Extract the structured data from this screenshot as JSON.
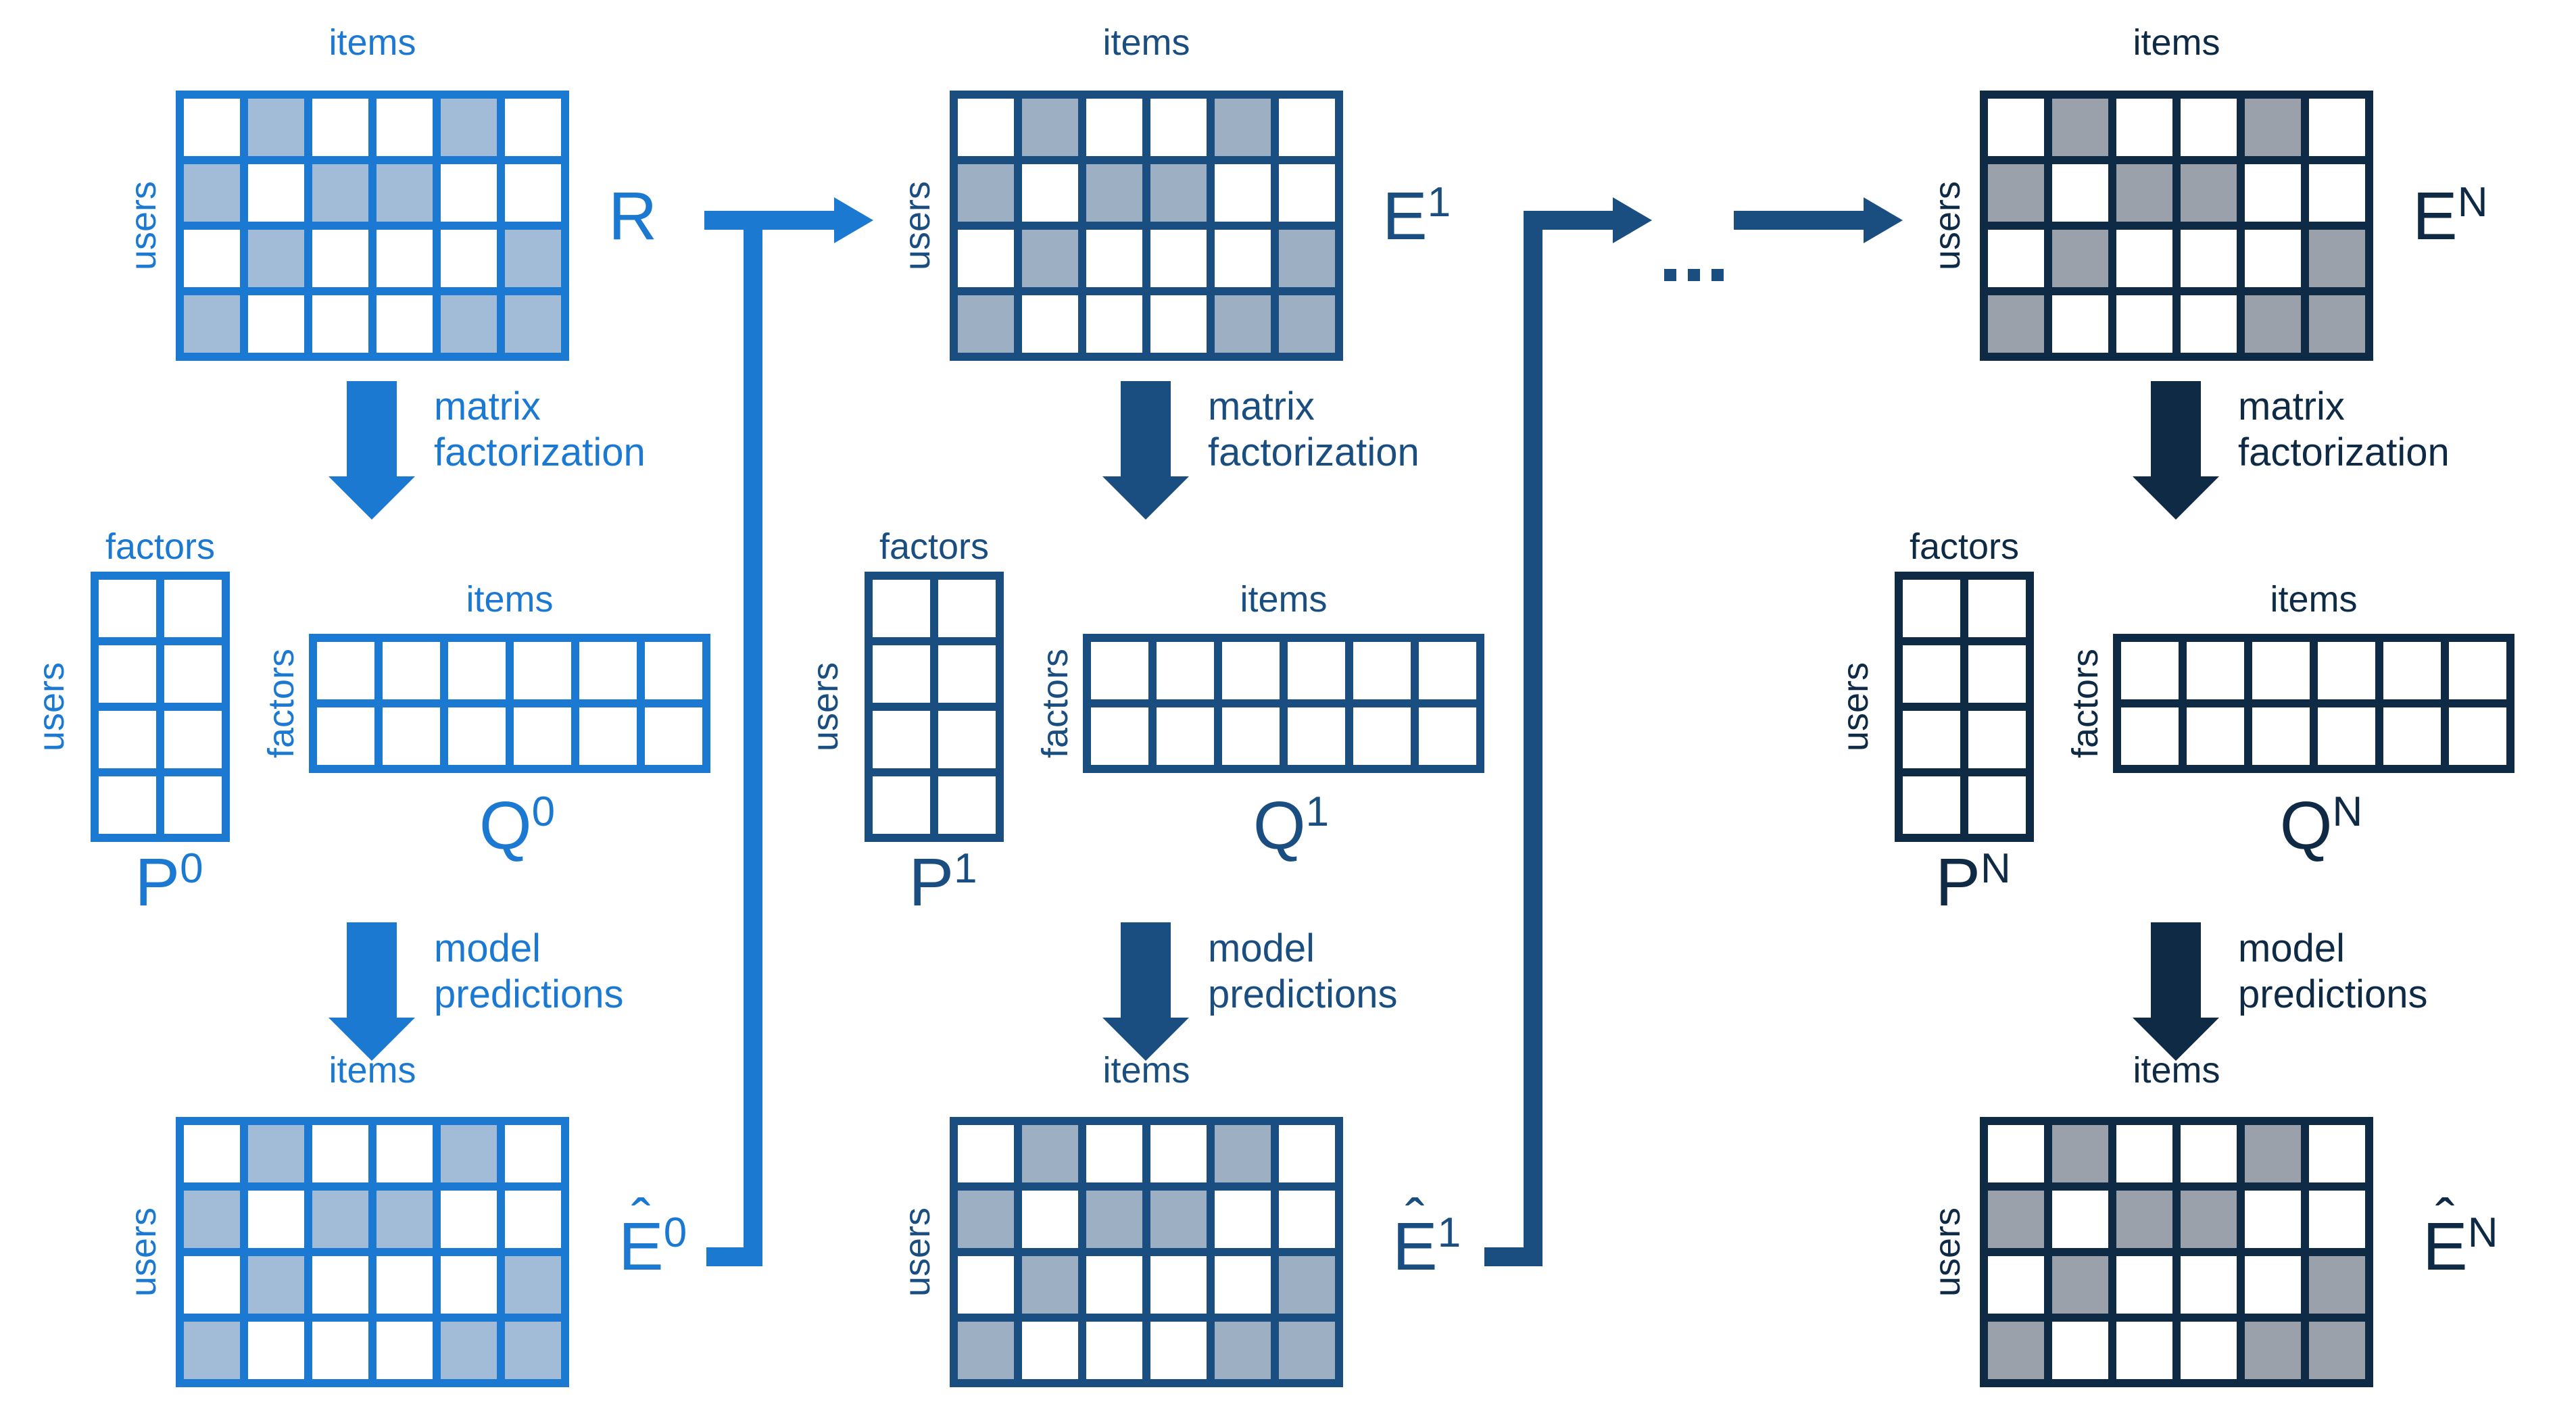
{
  "palette": {
    "background": "#ffffff",
    "stage1_accent": "#1c79d2",
    "stage1_fill": "#a2bcd8",
    "stage2_accent": "#1a4e80",
    "stage2_fill": "#9dafc2",
    "stage3_accent": "#0e2a45",
    "stage3_fill": "#9aa1ab"
  },
  "shared": {
    "items_label": "items",
    "users_label": "users",
    "factors_label": "factors",
    "matrix_factorization_line1": "matrix",
    "matrix_factorization_line2": "factorization",
    "model_predictions_line1": "model",
    "model_predictions_line2": "predictions",
    "hat_glyph": "ˆ"
  },
  "grids": {
    "rating_rows": 4,
    "rating_cols": 6,
    "rating_pattern": [
      [
        0,
        1,
        0,
        0,
        1,
        0
      ],
      [
        1,
        0,
        1,
        1,
        0,
        0
      ],
      [
        0,
        1,
        0,
        0,
        0,
        1
      ],
      [
        1,
        0,
        0,
        0,
        1,
        1
      ]
    ],
    "p_rows": 4,
    "p_cols": 2,
    "q_rows": 2,
    "q_cols": 6
  },
  "columns": [
    {
      "id": "stage-0",
      "accent": "#1c79d2",
      "fill": "#a2bcd8",
      "top_label": {
        "base": "R",
        "sup": "",
        "hat": false
      },
      "p_label": {
        "base": "P",
        "sup": "0",
        "hat": false
      },
      "q_label": {
        "base": "Q",
        "sup": "0",
        "hat": false
      },
      "bottom_label": {
        "base": "E",
        "sup": "0",
        "hat": true
      }
    },
    {
      "id": "stage-1",
      "accent": "#1a4e80",
      "fill": "#9dafc2",
      "top_label": {
        "base": "E",
        "sup": "1",
        "hat": false
      },
      "p_label": {
        "base": "P",
        "sup": "1",
        "hat": false
      },
      "q_label": {
        "base": "Q",
        "sup": "1",
        "hat": false
      },
      "bottom_label": {
        "base": "E",
        "sup": "1",
        "hat": true
      }
    },
    {
      "id": "stage-N",
      "accent": "#0e2a45",
      "fill": "#9aa1ab",
      "top_label": {
        "base": "E",
        "sup": "N",
        "hat": false
      },
      "p_label": {
        "base": "P",
        "sup": "N",
        "hat": false
      },
      "q_label": {
        "base": "Q",
        "sup": "N",
        "hat": false
      },
      "bottom_label": {
        "base": "E",
        "sup": "N",
        "hat": true
      }
    }
  ],
  "connectors": {
    "ellipsis": "..."
  }
}
